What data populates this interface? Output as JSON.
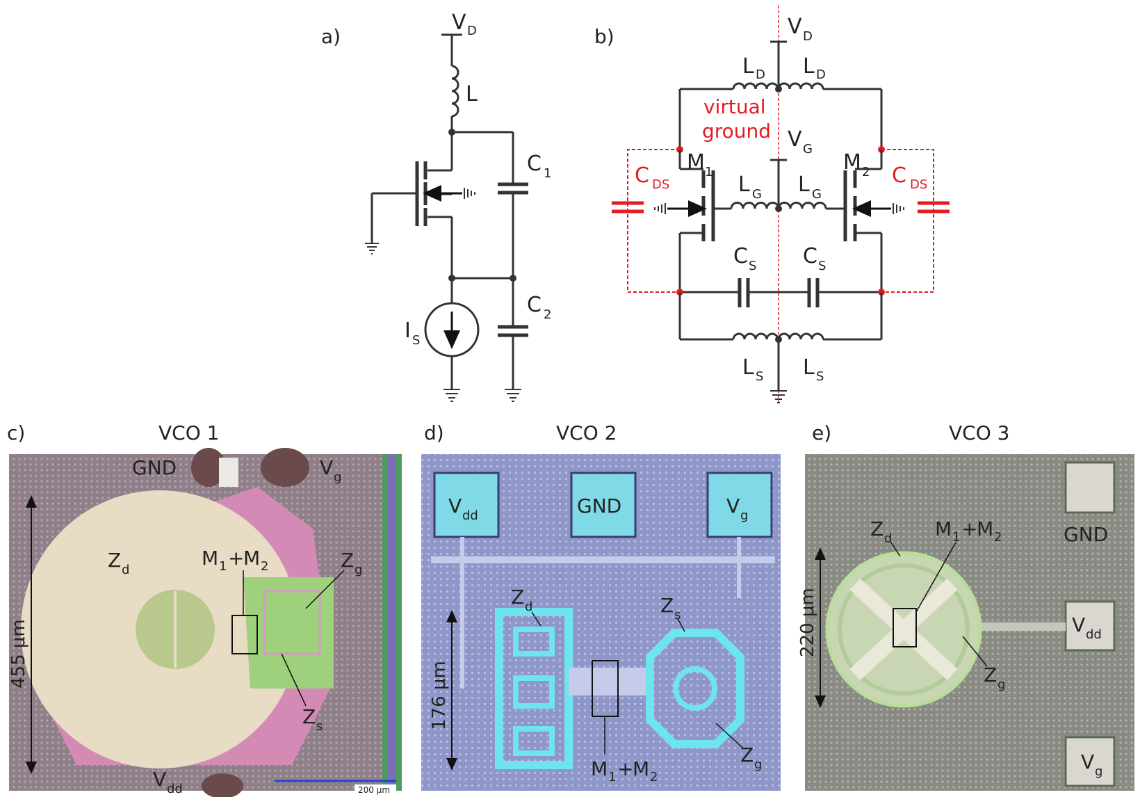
{
  "panels": {
    "a": {
      "label": "a)"
    },
    "b": {
      "label": "b)"
    },
    "c": {
      "label": "c)",
      "title": "VCO 1"
    },
    "d": {
      "label": "d)",
      "title": "VCO 2"
    },
    "e": {
      "label": "e)",
      "title": "VCO 3"
    }
  },
  "circuit_a": {
    "vd": "V",
    "vd_sub": "D",
    "l": "L",
    "c1": "C",
    "c1_sub": "1",
    "c2": "C",
    "c2_sub": "2",
    "is": "I",
    "is_sub": "S"
  },
  "circuit_b": {
    "vd": "V",
    "vd_sub": "D",
    "vg": "V",
    "vg_sub": "G",
    "ld": "L",
    "ld_sub": "D",
    "lg": "L",
    "lg_sub": "G",
    "ls": "L",
    "ls_sub": "S",
    "cs": "C",
    "cs_sub": "S",
    "cds": "C",
    "cds_sub": "DS",
    "m1": "M",
    "m1_sub": "1",
    "m2": "M",
    "m2_sub": "2",
    "virtual1": "virtual",
    "virtual2": "ground"
  },
  "photo_c": {
    "gnd": "GND",
    "vg": "V",
    "vg_sub": "g",
    "vdd": "V",
    "vdd_sub": "dd",
    "zd": "Z",
    "zd_sub": "d",
    "zg": "Z",
    "zg_sub": "g",
    "zs": "Z",
    "zs_sub": "s",
    "m": "M",
    "m1_sub": "1",
    "plus": "+",
    "m2_sub": "2",
    "scale_text": "455 μm",
    "bar_text": "200 μm"
  },
  "photo_d": {
    "vdd": "V",
    "vdd_sub": "dd",
    "gnd": "GND",
    "vg": "V",
    "vg_sub": "g",
    "zd": "Z",
    "zd_sub": "d",
    "zs": "Z",
    "zs_sub": "s",
    "zg": "Z",
    "zg_sub": "g",
    "m": "M",
    "m1_sub": "1",
    "plus": "+",
    "m2_sub": "2",
    "scale_text": "176 μm"
  },
  "photo_e": {
    "gnd": "GND",
    "vdd": "V",
    "vdd_sub": "dd",
    "vg": "V",
    "vg_sub": "g",
    "zd": "Z",
    "zd_sub": "d",
    "zg": "Z",
    "zg_sub": "g",
    "m": "M",
    "m1_sub": "1",
    "plus": "+",
    "m2_sub": "2",
    "scale_text": "220 μm"
  }
}
